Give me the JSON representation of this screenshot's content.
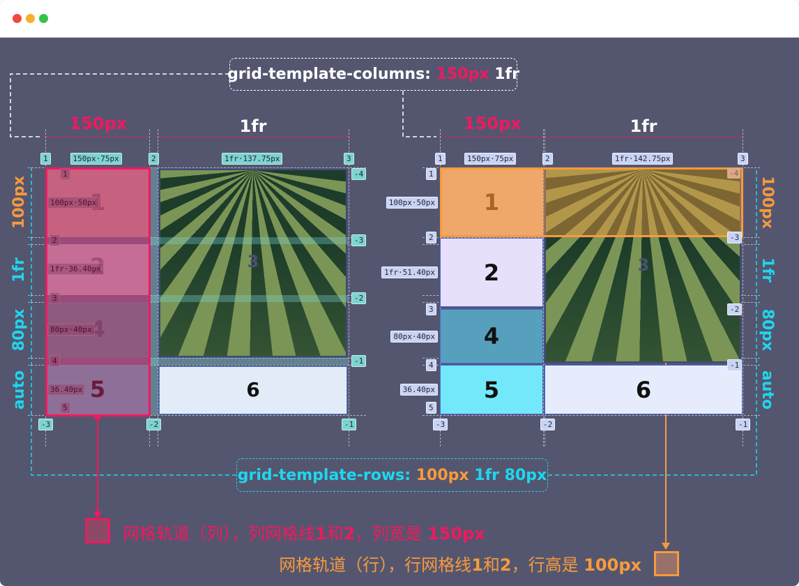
{
  "window": {
    "controls": [
      "close",
      "minimize",
      "maximize"
    ],
    "colors": {
      "close": "#ee4a3c",
      "minimize": "#f5b12a",
      "maximize": "#33c348"
    }
  },
  "colors": {
    "background": "#54566f",
    "pink": "#f0195f",
    "orange": "#f79a3e",
    "cyan": "#1fd6ee",
    "white": "#ffffff"
  },
  "top_label": {
    "property": "grid-template-columns:",
    "value1": "150px",
    "value2": "1fr"
  },
  "bottom_label": {
    "property": "grid-template-rows:",
    "value1": "100px",
    "value2": "1fr 80px"
  },
  "left_grid": {
    "col_headers": [
      "150px",
      "1fr"
    ],
    "col_lines": [
      "1",
      "2",
      "3"
    ],
    "col_lines_neg": [
      "-3",
      "-2",
      "-1"
    ],
    "col_badges": [
      "150px·75px",
      "1fr·137.75px"
    ],
    "row_lines": [
      "1",
      "2",
      "3",
      "4",
      "5"
    ],
    "row_lines_neg": [
      "-4",
      "-3",
      "-2",
      "-1"
    ],
    "row_badges": [
      "100px·50px",
      "1fr·36.40px",
      "80px·40px",
      "36.40px"
    ],
    "row_sizes": [
      "100px",
      "1fr",
      "80px",
      "auto"
    ],
    "items": [
      "1",
      "2",
      "3",
      "4",
      "5",
      "6"
    ]
  },
  "right_grid": {
    "col_headers": [
      "150px",
      "1fr"
    ],
    "col_lines": [
      "1",
      "2",
      "3"
    ],
    "col_lines_neg": [
      "-3",
      "-2",
      "-1"
    ],
    "col_badges": [
      "150px·75px",
      "1fr·142.75px"
    ],
    "row_lines": [
      "1",
      "2",
      "3",
      "4",
      "5"
    ],
    "row_lines_neg": [
      "-4",
      "-3",
      "-2",
      "-1"
    ],
    "row_badges": [
      "100px·50px",
      "1fr·51.40px",
      "80px·40px",
      "36.40px"
    ],
    "row_sizes": [
      "100px",
      "1fr",
      "80px",
      "auto"
    ],
    "items": [
      "1",
      "2",
      "3",
      "4",
      "5",
      "6"
    ]
  },
  "captions": {
    "column": {
      "prefix": "网格轨道（列），列网格线",
      "n1": "1",
      "mid": "和",
      "n2": "2",
      "suffix": "，列宽是 ",
      "value": "150px"
    },
    "row": {
      "prefix": "网格轨道（行），行网格线",
      "n1": "1",
      "mid": "和",
      "n2": "2",
      "suffix": "，行高是 ",
      "value": "100px"
    }
  }
}
